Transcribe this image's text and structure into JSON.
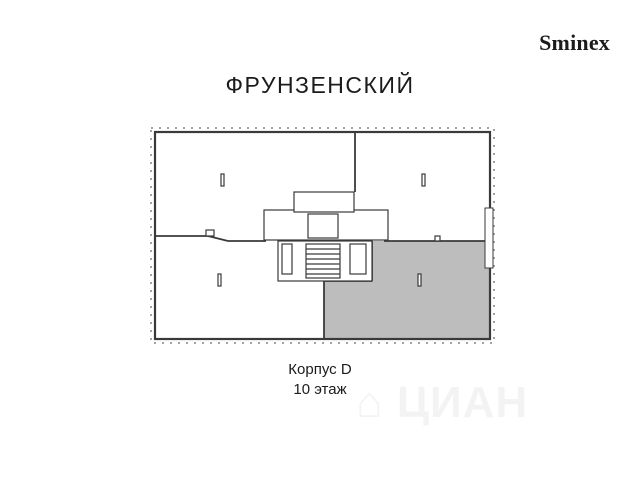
{
  "brand": {
    "logo": "Sminex"
  },
  "project": {
    "name": "ФРУНЗЕНСКИЙ"
  },
  "plan": {
    "building": "Корпус D",
    "floor": "10 этаж",
    "highlight_color": "#bdbdbd",
    "wall_color": "#3a3a3a"
  },
  "watermark": {
    "text": "ЦИАН",
    "icon": "cian-house-icon"
  }
}
